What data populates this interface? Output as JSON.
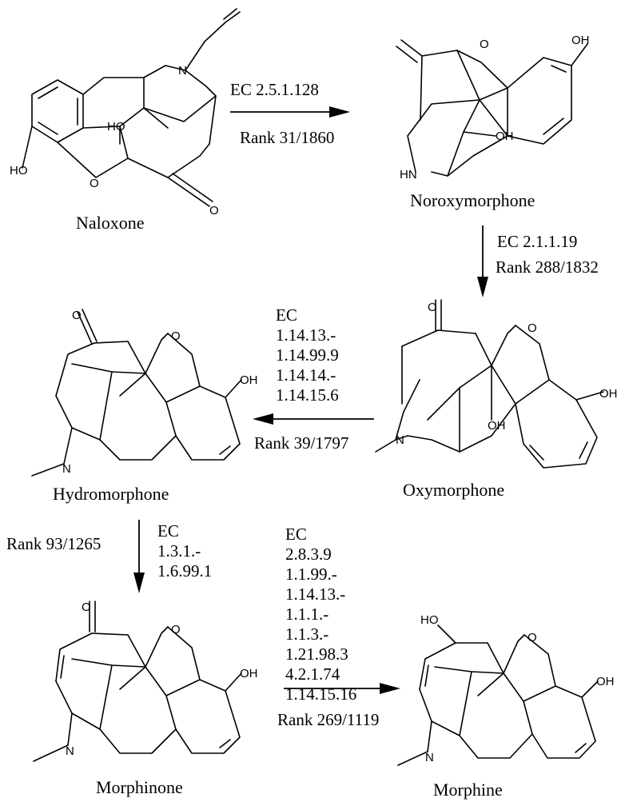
{
  "compounds": {
    "naloxone": "Naloxone",
    "noroxymorphone": "Noroxymorphone",
    "oxymorphone": "Oxymorphone",
    "hydromorphone": "Hydromorphone",
    "morphinone": "Morphinone",
    "morphine": "Morphine"
  },
  "atoms": {
    "oh": "OH",
    "ho": "HO",
    "o": "O",
    "n": "N",
    "hn": "HN"
  },
  "reactions": {
    "r1": {
      "ec": "EC 2.5.1.128",
      "rank": "Rank 31/1860"
    },
    "r2": {
      "ec": "EC 2.1.1.19",
      "rank": "Rank 288/1832"
    },
    "r3": {
      "ec_header": "EC",
      "ec_numbers": [
        "1.14.13.-",
        "1.14.99.9",
        "1.14.14.-",
        "1.14.15.6"
      ],
      "rank": "Rank 39/1797"
    },
    "r4": {
      "ec_header": "EC",
      "ec_numbers": [
        "1.3.1.-",
        "1.6.99.1"
      ],
      "rank": "Rank 93/1265"
    },
    "r5": {
      "ec_header": "EC",
      "ec_numbers": [
        "2.8.3.9",
        "1.1.99.-",
        "1.14.13.-",
        "1.1.1.-",
        "1.1.3.-",
        "1.21.98.3",
        "4.2.1.74",
        "1.14.15.16"
      ],
      "rank": "Rank 269/1119"
    }
  }
}
